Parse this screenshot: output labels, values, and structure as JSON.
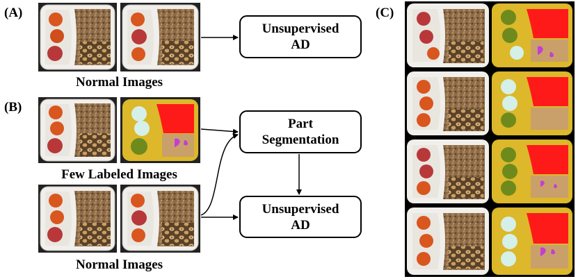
{
  "panels": {
    "a": {
      "label": "(A)",
      "caption": "Normal Images",
      "box": [
        "Unsupervised",
        "AD"
      ]
    },
    "b": {
      "label": "(B)",
      "caption_top": "Few Labeled Images",
      "caption_bottom": "Normal Images",
      "seg_box": [
        "Part",
        "Segmentation"
      ],
      "ad_box": [
        "Unsupervised",
        "AD"
      ]
    },
    "c": {
      "label": "(C)"
    }
  },
  "colors": {
    "tray": "#f1efeb",
    "tray_edge": "#bfbab3",
    "orange": "#d9561f",
    "nectarine": "#b8383a",
    "granola": "#8d6b48",
    "banana_chips": "#6e5233",
    "seg_background": "#dcb82a",
    "seg_granola": "#ff1a1a",
    "seg_nuts": "#c9a06a",
    "seg_chips_accent": "#c33fd3",
    "seg_orange": "#6e8a1d",
    "seg_nectarine": "#d5f0e8"
  },
  "icons": [
    "food-tray-photo",
    "segmentation-mask"
  ]
}
